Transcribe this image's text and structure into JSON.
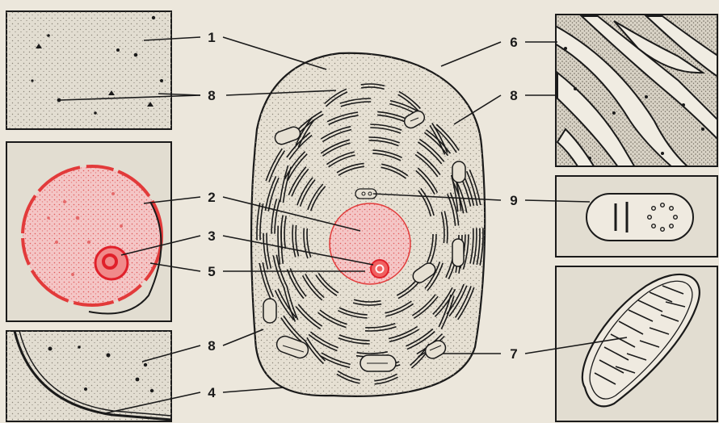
{
  "figure": {
    "labels": {
      "l1": "1",
      "l2": "2",
      "l3": "3",
      "l4": "4",
      "l5": "5",
      "l6": "6",
      "l7": "7",
      "l8": "8",
      "l9": "9"
    },
    "parts": [
      "cytoplasm-inset",
      "nucleus-inset",
      "cell-membrane-inset",
      "cell-body",
      "nucleus",
      "nucleolus",
      "endoplasmic-reticulum-inset",
      "centriole-inset",
      "mitochondrion-inset"
    ],
    "colors": {
      "background": "#ece7dc",
      "ink": "#1a1a1a",
      "nucleus_fill": "#f3c3c3",
      "nucleus_stroke": "#e23a3a",
      "nucleolus": "#e0202a",
      "stipple": "#8a8478",
      "inset_fill": "#e2ddd1"
    }
  }
}
